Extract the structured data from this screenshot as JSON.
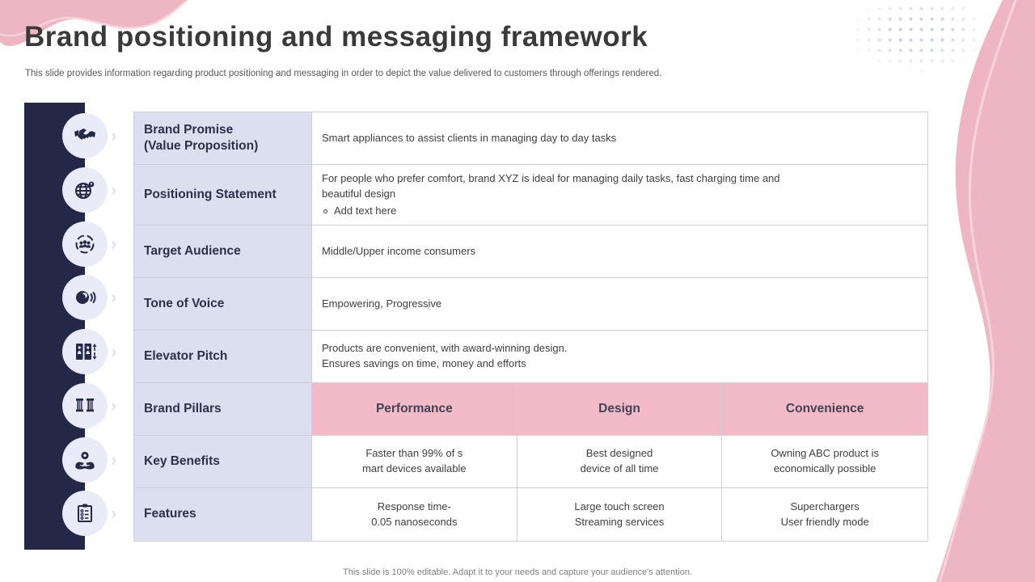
{
  "slide": {
    "title": "Brand positioning and messaging framework",
    "subtitle": "This slide provides information regarding product positioning and messaging in order to depict the value delivered to customers through offerings rendered.",
    "footer": "This slide is 100% editable. Adapt it to your needs and capture your audience's attention."
  },
  "colors": {
    "sidebar_navy": "#222845",
    "icon_circle": "#e9ecf8",
    "label_lavender": "#dbdfef",
    "pillar_pink": "#f3bac7",
    "deco_pink": "#eeb5c2",
    "deco_pink_line": "#f7d4dc",
    "table_border": "#cdd0dc"
  },
  "sidebar": {
    "icons": [
      "handshake-icon",
      "globe-pin-icon",
      "target-audience-icon",
      "voice-icon",
      "elevator-icon",
      "pillars-icon",
      "hands-badge-icon",
      "checklist-icon"
    ]
  },
  "table": {
    "rows": [
      {
        "label": "Brand Promise\n(Value Proposition)",
        "content": "Smart appliances to assist clients in managing day to day tasks"
      },
      {
        "label": "Positioning Statement",
        "content": "For people who prefer comfort, brand XYZ  is ideal for managing daily tasks, fast charging time and\nbeautiful design",
        "bullet": "Add text here"
      },
      {
        "label": "Target Audience",
        "content": "Middle/Upper  income consumers"
      },
      {
        "label": "Tone of Voice",
        "content": "Empowering, Progressive"
      },
      {
        "label": "Elevator Pitch",
        "content": "Products are convenient, with award-winning design.\nEnsures savings on time, money and efforts"
      },
      {
        "label": "Brand Pillars",
        "pillars": [
          "Performance",
          "Design",
          "Convenience"
        ]
      },
      {
        "label": "Key Benefits",
        "cells": [
          "Faster than 99% of s\nmart devices available",
          "Best designed\ndevice of all time",
          "Owning ABC product is\neconomically possible"
        ]
      },
      {
        "label": "Features",
        "cells": [
          "Response time-\n0.05 nanoseconds",
          "Large touch screen\nStreaming services",
          "Superchargers\nUser friendly mode"
        ]
      }
    ]
  }
}
